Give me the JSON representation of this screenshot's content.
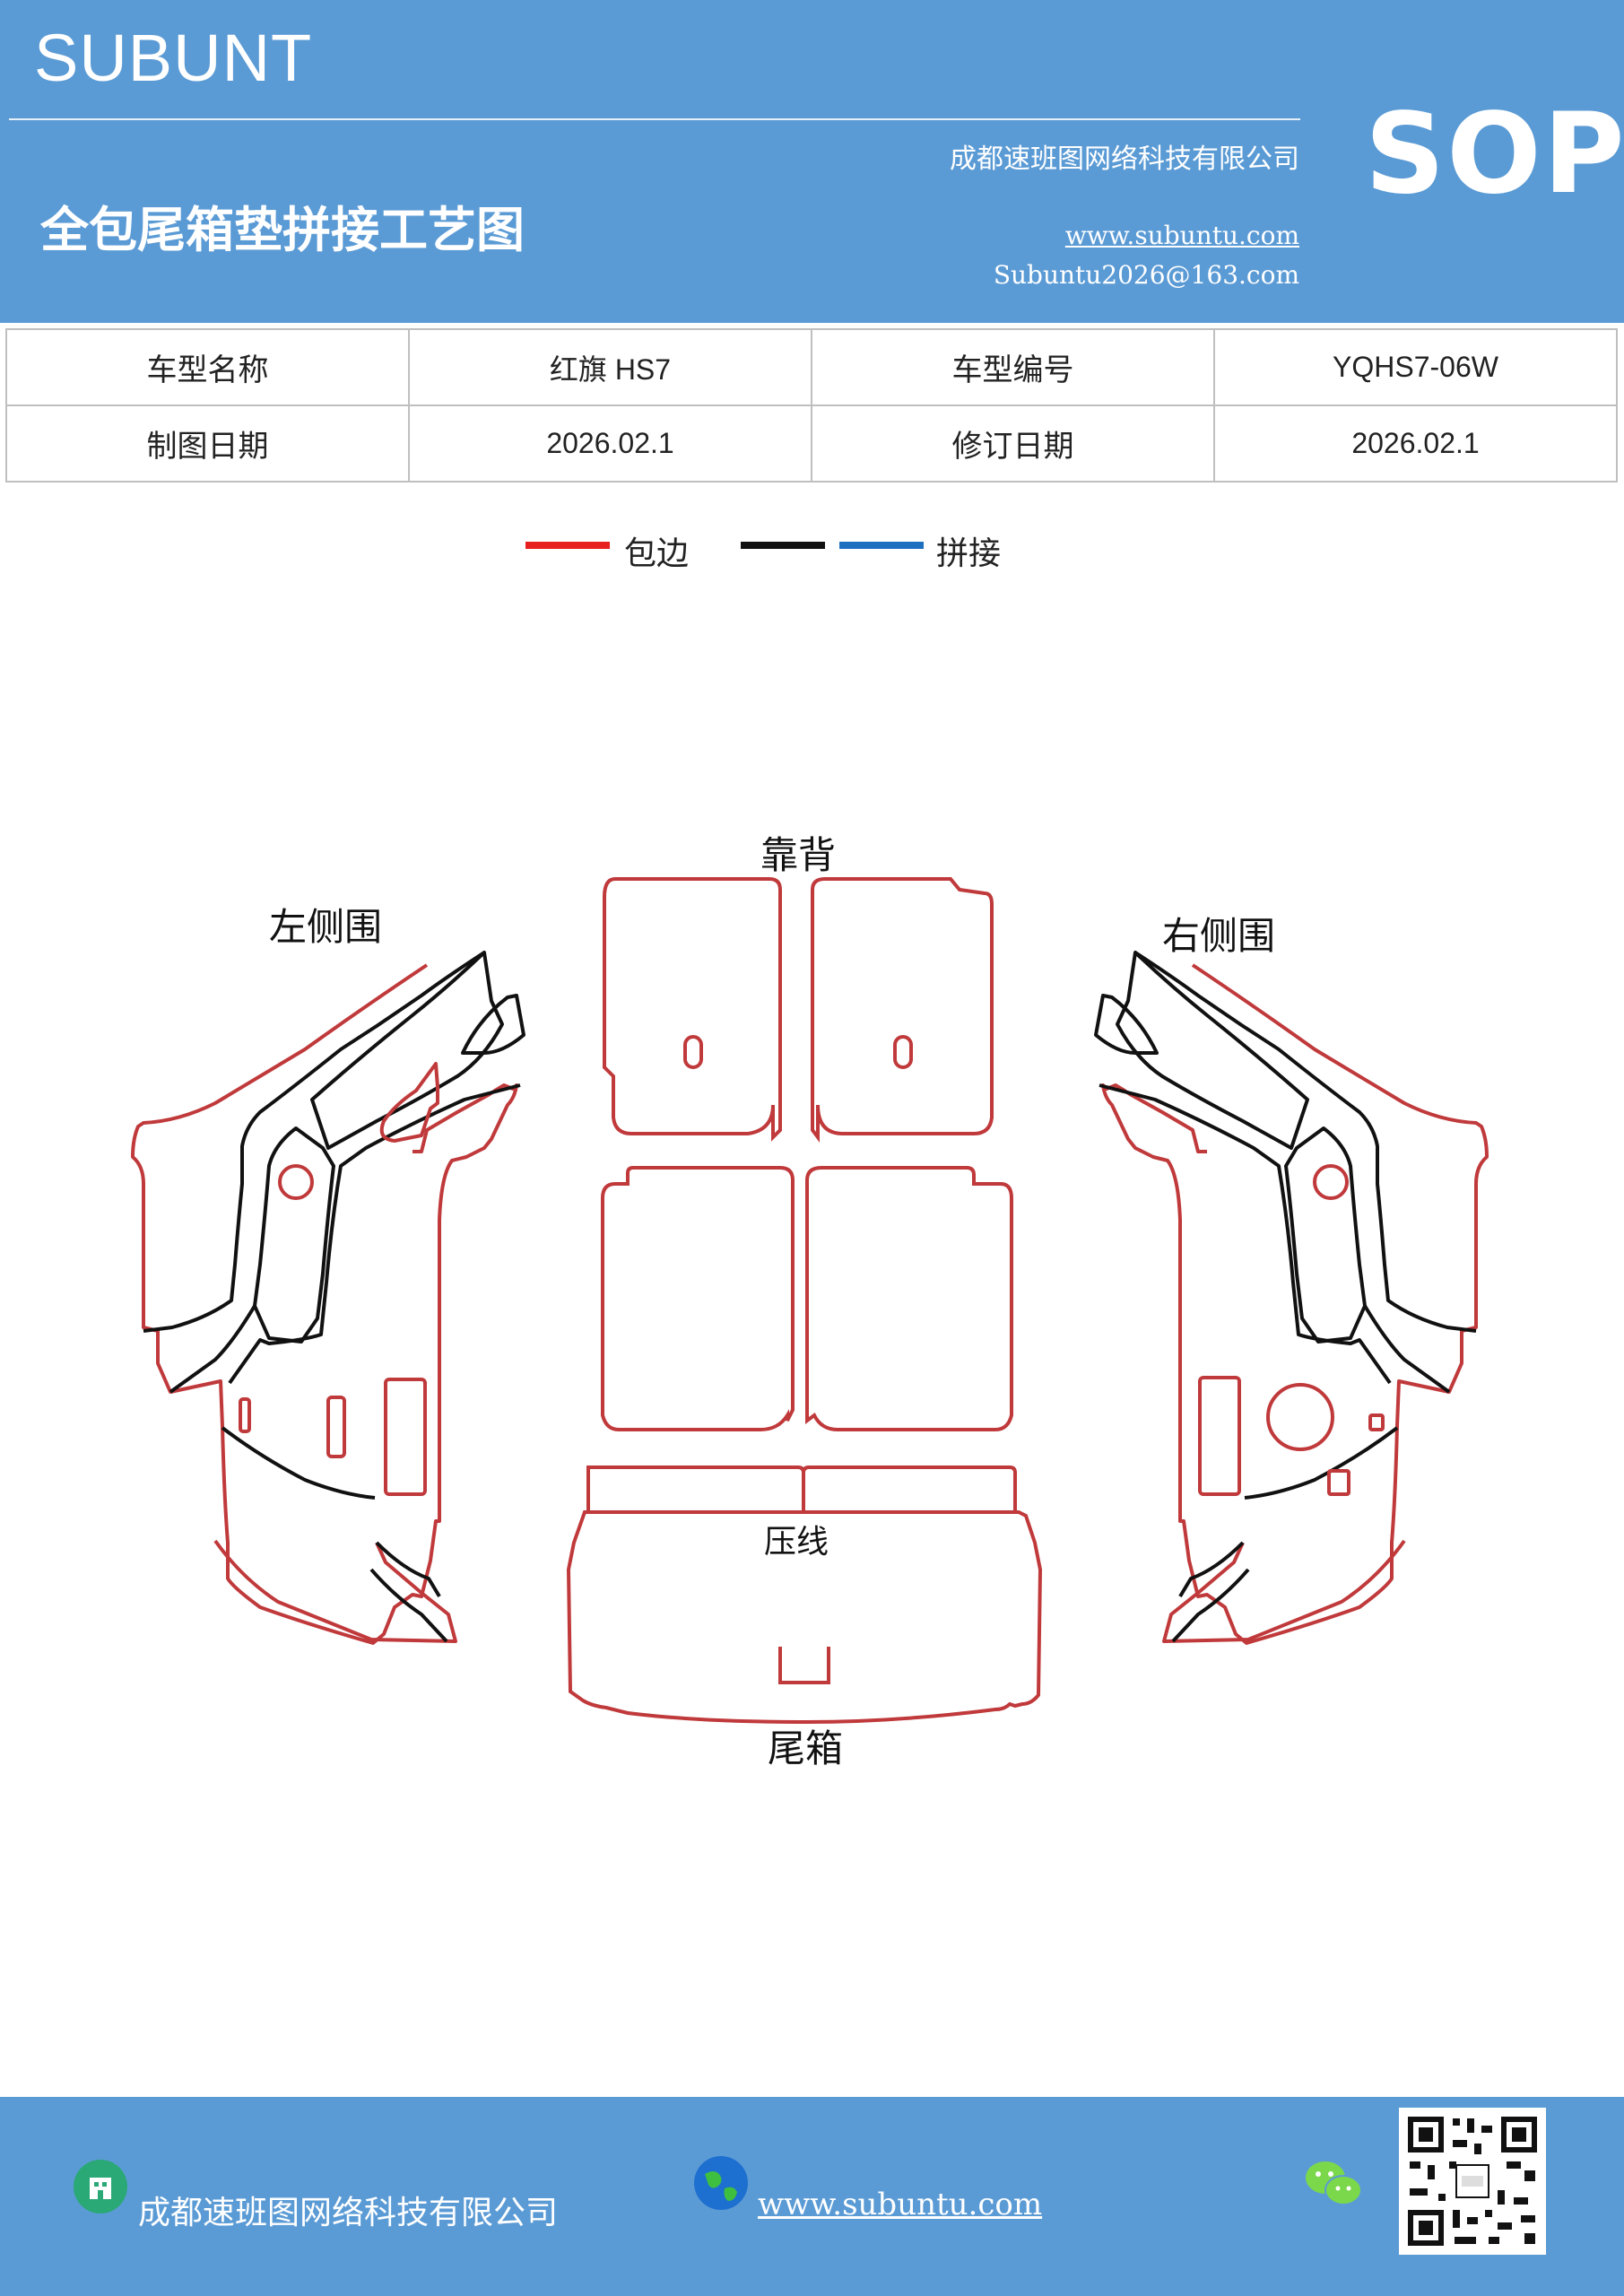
{
  "header": {
    "brand": "SUBUNT",
    "title": "全包尾箱垫拼接工艺图",
    "company": "成都速班图网络科技有限公司",
    "website": "www.subuntu.com",
    "email": "Subuntu2026@163.com",
    "badge": "SOP"
  },
  "info_table": {
    "rows": [
      [
        "车型名称",
        "红旗 HS7",
        "车型编号",
        "YQHS7-06W"
      ],
      [
        "制图日期",
        "2026.02.1",
        "修订日期",
        "2026.02.1"
      ]
    ]
  },
  "legend": {
    "items": [
      {
        "label": "包边",
        "color": "#e81f1f"
      },
      {
        "label": "",
        "color": "#111111"
      },
      {
        "label": "拼接",
        "color": "#1f6fc1"
      }
    ]
  },
  "diagram": {
    "labels": {
      "left_side": "左侧围",
      "backrest": "靠背",
      "right_side": "右侧围",
      "press_line": "压线",
      "trunk": "尾箱"
    },
    "colors": {
      "edge": "#c0393b",
      "seam": "#111111"
    }
  },
  "footer": {
    "company": "成都速班图网络科技有限公司",
    "website": "www.subuntu.com"
  }
}
